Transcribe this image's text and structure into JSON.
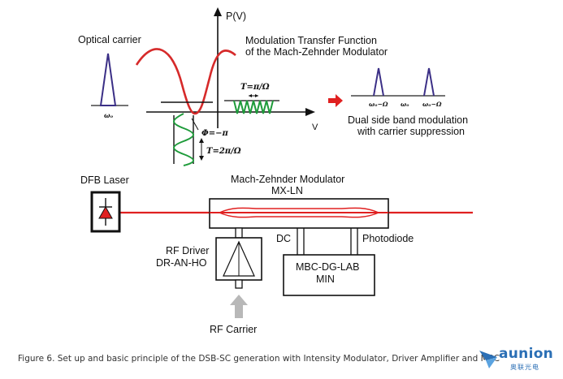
{
  "labels": {
    "optical_carrier": "Optical carrier",
    "omega_o": "ωₒ",
    "p_axis": "P(V)",
    "v_axis": "V",
    "mtf_line1": "Modulation Transfer Function",
    "mtf_line2": "of the Mach-Zehnder Modulator",
    "t_pi": "T=π/Ω",
    "phi": "Φ=−π",
    "t_2pi": "T=2π/Ω",
    "spec_left": "ωₒ−Ω",
    "spec_mid": "ωₒ",
    "spec_right": "ωₒ−Ω",
    "dsb_line1": "Dual side band modulation",
    "dsb_line2": "with carrier suppression",
    "dfb_laser": "DFB Laser",
    "mzm_line1": "Mach-Zehnder Modulator",
    "mzm_line2": "MX-LN",
    "dc": "DC",
    "photodiode": "Photodiode",
    "rf_driver_line1": "RF Driver",
    "rf_driver_line2": "DR-AN-HO",
    "mbc_line1": "MBC-DG-LAB",
    "mbc_line2": "MIN",
    "rf_carrier": "RF Carrier"
  },
  "caption": "Figure 6. Set up and basic principle of the DSB-SC generation with Intensity Modulator, Driver Amplifier and MBC",
  "logo": {
    "name": "aunion",
    "sub": "奥联光电"
  },
  "colors": {
    "carrier": "#3b2f86",
    "transfer": "#d62a2a",
    "modulation": "#1e9b3a",
    "laser_line": "#e02020",
    "dark": "#111111"
  }
}
